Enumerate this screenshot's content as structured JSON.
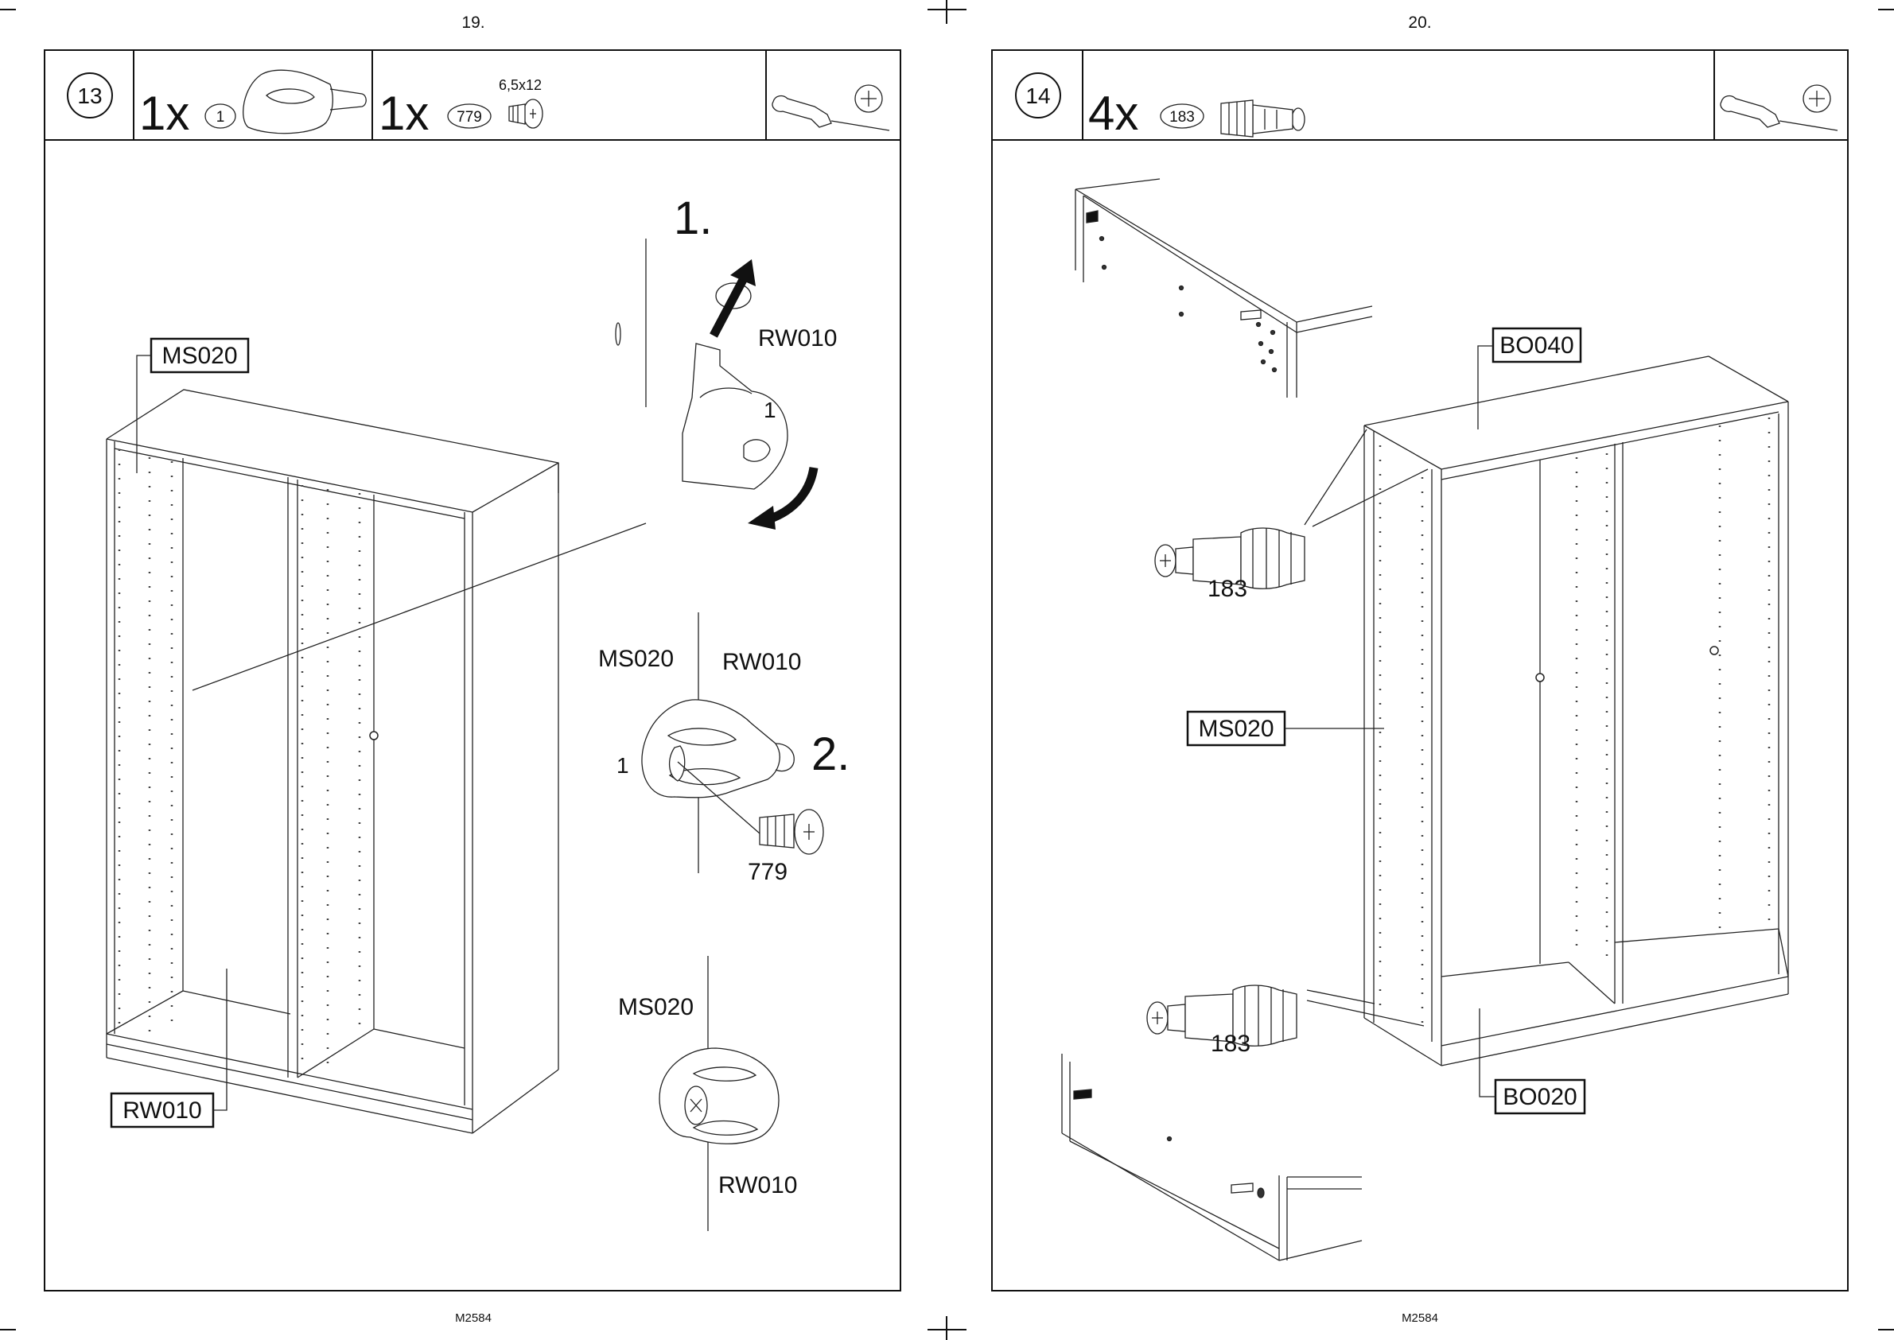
{
  "pages": [
    {
      "page_number": "19.",
      "footer_code": "M2584",
      "step": {
        "number": "13",
        "parts": [
          {
            "qty": "1x",
            "part_id": "1",
            "icon": "cam-lock-fitting-icon"
          },
          {
            "qty": "1x",
            "part_id": "779",
            "size": "6,5x12",
            "icon": "screw-icon"
          }
        ],
        "tool_icon": "phillips-screwdriver-icon"
      },
      "labels": {
        "ms020_box": "MS020",
        "rw010_box": "RW010",
        "substep_1": "1.",
        "substep_2": "2.",
        "rw010_a": "RW010",
        "part_1_a": "1",
        "ms020_b": "MS020",
        "rw010_b": "RW010",
        "part_1_b": "1",
        "part_779": "779",
        "ms020_c": "MS020",
        "rw010_c": "RW010"
      }
    },
    {
      "page_number": "20.",
      "footer_code": "M2584",
      "step": {
        "number": "14",
        "parts": [
          {
            "qty": "4x",
            "part_id": "183",
            "icon": "dowel-connector-icon"
          }
        ],
        "tool_icon": "phillips-screwdriver-icon"
      },
      "labels": {
        "bo040_box": "BO040",
        "ms020_box": "MS020",
        "bo020_box": "BO020",
        "part_183_top": "183",
        "part_183_bottom": "183"
      }
    }
  ]
}
